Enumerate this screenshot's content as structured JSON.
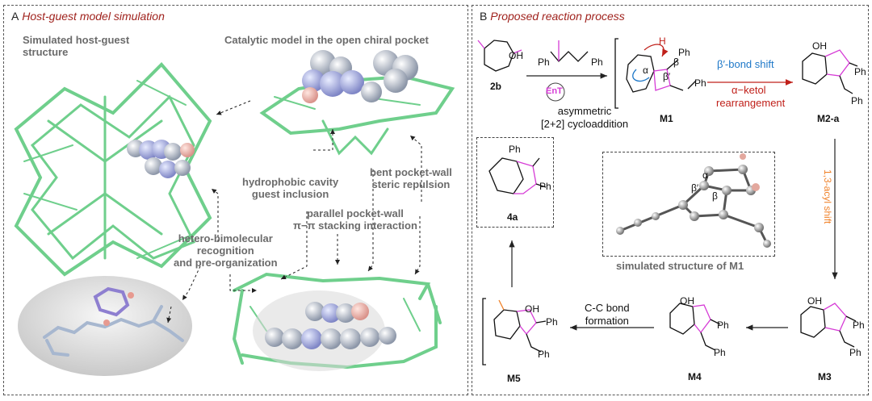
{
  "panel_a": {
    "title_letter": "A",
    "title_text": "Host-guest model simulation",
    "host_guest_label": "Simulated host-guest structure",
    "catalytic_label": "Catalytic model in the open chiral pocket",
    "cavity_label_1": "hydrophobic cavity",
    "cavity_label_2": "guest inclusion",
    "bent_label_1": "bent pocket-wall",
    "bent_label_2": "steric repulsion",
    "parallel_label_1": "parallel pocket-wall",
    "parallel_label_2": "π−π stacking interaction",
    "hetero_label_1": "hetero-bimolecular",
    "hetero_label_2": "recognition",
    "hetero_label_3": "and pre-organization"
  },
  "panel_b": {
    "title_letter": "B",
    "title_text": "Proposed reaction process",
    "compound_2b": "2b",
    "ph_reagent": "Ph",
    "ent": "EnT",
    "asym_1": "asymmetric",
    "asym_2": "[2+2] cycloaddition",
    "m1": "M1",
    "m2a": "M2-a",
    "m3": "M3",
    "m4": "M4",
    "m5": "M5",
    "product_4a": "4a",
    "beta_shift": "β′-bond shift",
    "alpha_ketol": "α−ketol",
    "rearrangement": "rearrangement",
    "acyl_shift": "1,3-acyl shift",
    "cc_bond_1": "C-C bond",
    "cc_bond_2": "formation",
    "simulated_m1": "simulated structure of M1",
    "ph": "Ph",
    "oh": "OH",
    "o": "O",
    "h": "H",
    "alpha": "α",
    "beta": "β",
    "beta_prime": "β′"
  },
  "colors": {
    "framework_green": "#6fcf8c",
    "title_red": "#a0231e",
    "arrow_red": "#c0201a",
    "arrow_blue": "#1e78c8",
    "acyl_orange": "#f0822a",
    "magenta": "#d63bd6"
  }
}
